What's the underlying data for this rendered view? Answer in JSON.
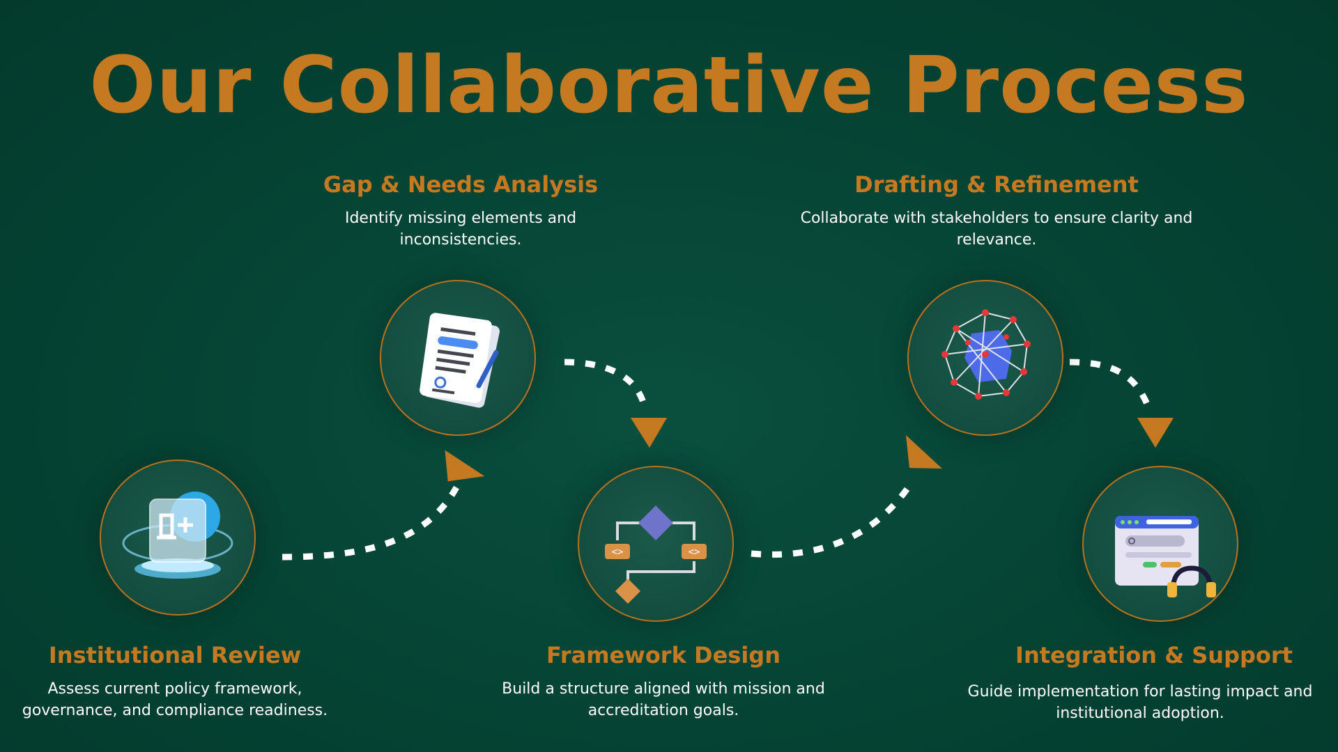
{
  "title": "Our Collaborative Process",
  "colors": {
    "accent": "#c57a22",
    "background": "#054333",
    "text": "#ffffff"
  },
  "steps": [
    {
      "title": "Institutional Review",
      "description": "Assess current policy framework, governance, and compliance readiness.",
      "icon": "glass-plus-badge-icon"
    },
    {
      "title": "Gap & Needs Analysis",
      "description": "Identify missing elements and inconsistencies.",
      "icon": "signed-document-icon"
    },
    {
      "title": "Framework Design",
      "description": "Build a structure aligned with mission and accreditation goals.",
      "icon": "flowchart-icon"
    },
    {
      "title": "Drafting & Refinement",
      "description": "Collaborate with stakeholders to ensure clarity and relevance.",
      "icon": "network-cube-icon"
    },
    {
      "title": "Integration & Support",
      "description": "Guide implementation for lasting impact and institutional adoption.",
      "icon": "support-window-icon"
    }
  ]
}
